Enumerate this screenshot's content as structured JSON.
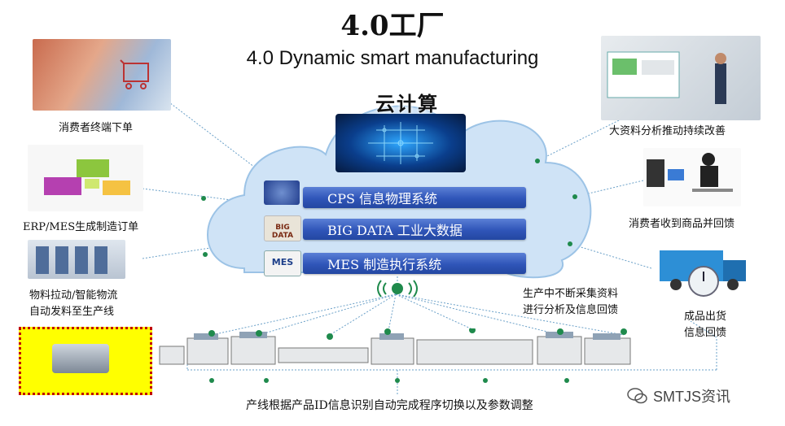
{
  "title": {
    "cn": "4.0工厂",
    "en": "4.0 Dynamic smart manufacturing"
  },
  "cloud": {
    "title": "云计算",
    "layers": [
      {
        "label": "CPS 信息物理系统",
        "icon": "cps-icon"
      },
      {
        "label": "BIG DATA 工业大数据",
        "icon": "big-data-icon",
        "icon_text": "BIG DATA"
      },
      {
        "label": "MES 制造执行系统",
        "icon": "mes-icon",
        "icon_text": "MES"
      }
    ]
  },
  "left_nodes": [
    {
      "label": "消费者终端下单",
      "icon": "shopping-cart-photo"
    },
    {
      "label": "ERP/MES生成制造订单",
      "icon": "factory-model-photo"
    },
    {
      "label_line1": "物料拉动/智能物流",
      "label_line2": "自动发料至生产线",
      "icon": "warehouse-photo"
    }
  ],
  "right_nodes": [
    {
      "label": "大资料分析推动持续改善",
      "icon": "data-analysis-photo"
    },
    {
      "label": "消费者收到商品并回馈",
      "icon": "consumer-computer-photo"
    },
    {
      "label_line1": "成品出货",
      "label_line2": "信息回馈",
      "icon": "truck-stopwatch-photo"
    }
  ],
  "production": {
    "note_line1": "生产中不断采集资料",
    "note_line2": "进行分析及信息回馈",
    "bottom_caption": "产线根据产品ID信息识别自动完成程序切换以及参数调整"
  },
  "watermark": {
    "text": "SMTJS资讯",
    "icon": "wechat-icon"
  },
  "colors": {
    "bar_blue": "#2f55b8",
    "node_green": "#1f8a4c",
    "cloud_fill": "#cfe3f6",
    "highlight_yellow": "#ffff00",
    "dotted_red": "#c00000"
  }
}
